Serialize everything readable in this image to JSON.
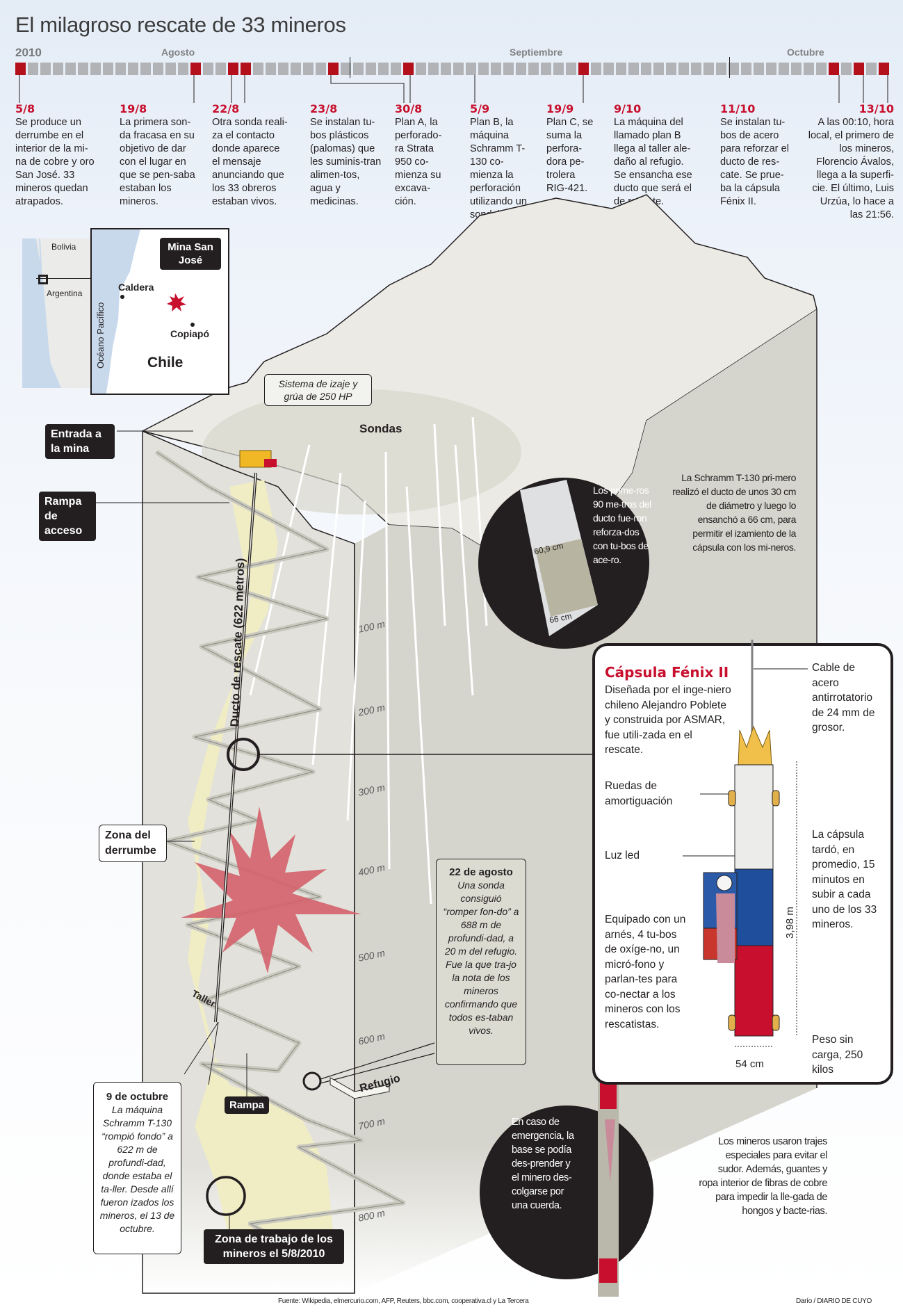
{
  "title": "El milagroso rescate de 33 mineros",
  "timeline": {
    "year": "2010",
    "months": [
      "Agosto",
      "Septiembre",
      "Octubre"
    ],
    "events": [
      {
        "date": "5/8",
        "text": "Se produce un derrumbe en el interior de la mi-na de cobre y oro San José. 33 mineros quedan atrapados."
      },
      {
        "date": "19/8",
        "text": "La primera son-da  fracasa en su objetivo de dar con el lugar en que se pen-saba estaban los mineros."
      },
      {
        "date": "22/8",
        "text": "Otra sonda reali-za el contacto donde aparece el mensaje anunciando que los 33 obreros estaban vivos."
      },
      {
        "date": "23/8",
        "text": "Se instalan tu-bos plásticos (palomas) que les suminis-tran alimen-tos, agua y medicinas."
      },
      {
        "date": "30/8",
        "text": "Plan A, la perforado-ra Strata 950 co-mienza su excava-ción."
      },
      {
        "date": "5/9",
        "text": "Plan B, la máquina Schramm T-130 co-mienza la perforación utilizando un sondaje previo."
      },
      {
        "date": "19/9",
        "text": "Plan C, se suma la perfora-dora pe-trolera RIG-421."
      },
      {
        "date": "9/10",
        "text": "La máquina del llamado plan B llega al taller ale-daño al refugio. Se ensancha ese ducto que será el de rescate."
      },
      {
        "date": "11/10",
        "text": "Se instalan tu-bos de acero para reforzar el ducto de res-cate. Se prue-ba la cápsula Fénix II."
      },
      {
        "date": "13/10",
        "text": "A las 00:10, hora local, el primero de los mineros, Florencio Ávalos, llega a la superfi-cie. El último, Luis Urzúa, lo hace a las 21:56."
      }
    ]
  },
  "map": {
    "countries": [
      "Bolivia",
      "Argentina"
    ],
    "ocean": "Océano Pacífico",
    "cities": [
      "Caldera",
      "Copiapó"
    ],
    "country": "Chile",
    "mine_label": "Mina San José"
  },
  "labels": {
    "entrada": "Entrada a la mina",
    "rampa_acceso": "Rampa de acceso",
    "izaje": "Sistema de izaje y grúa de 250 HP",
    "sondas": "Sondas",
    "ducto": "Ducto de rescate (622 metros)",
    "zona_derrumbe": "Zona del derrumbe",
    "taller": "Taller",
    "rampa": "Rampa",
    "refugio": "Refugio",
    "zona_trabajo": "Zona de trabajo de los mineros el 5/8/2010"
  },
  "depths": [
    "100 m",
    "200 m",
    "300 m",
    "400 m",
    "500 m",
    "600 m",
    "700 m",
    "800 m"
  ],
  "tube_detail": {
    "diameters": [
      "60,9 cm",
      "66 cm",
      "30 cm"
    ],
    "circle_text": "Los prime-ros 90 me-tros del ducto fue-ron reforza-dos con tu-bos de ace-ro.",
    "side_text": "La Schramm T-130 pri-mero realizó el ducto de unos 30 cm de diámetro y luego lo ensanchó a 66 cm, para permitir el izamiento de la cápsula con los mi-neros."
  },
  "aug22": {
    "heading": "22 de agosto",
    "text": "Una sonda consiguió “romper fon-do” a 688 m de profundi-dad, a 20 m del refugio. Fue la que tra-jo la nota de los mineros confirmando que todos es-taban vivos."
  },
  "oct9": {
    "heading": "9 de octubre",
    "text": "La máquina Schramm T-130 “rompió fondo” a 622 m de profundi-dad, donde estaba el ta-ller. Desde allí fueron izados los mineros, el 13 de octubre."
  },
  "capsule": {
    "title": "Cápsula Fénix II",
    "description": "Diseñada por el inge-niero chileno Alejandro Poblete y construida por ASMAR, fue utili-zada en el rescate.",
    "cable": "Cable de acero antirrotatorio de 24 mm de grosor.",
    "ruedas": "Ruedas de amortiguación",
    "luz": "Luz led",
    "equipo": "Equipado con un arnés, 4 tu-bos de oxíge-no, un micró-fono y parlan-tes para co-nectar a los mineros con los rescatistas.",
    "tiempo": "La cápsula tardó, en promedio, 15 minutos en subir a cada uno de los 33 mineros.",
    "height": "3,98 m",
    "width": "54 cm",
    "peso": "Peso sin carga, 250 kilos"
  },
  "emergency_text": "En caso de emergencia, la base se podía des-prender y el minero des-colgarse por una cuerda.",
  "suits_text": "Los mineros usaron trajes especiales para evitar el sudor. Además, guantes y ropa interior de fibras de cobre para impedir la lle-gada de hongos y bacte-rias.",
  "footer": {
    "source": "Fuente: Wikipedia, elmercurio.com, AFP, Reuters, bbc.com, cooperativa.cl y La Tercera",
    "credit": "Darío / DIARIO DE CUYO"
  },
  "colors": {
    "accent_red": "#c8102e",
    "tick_gray": "#b1b3b6",
    "tick_red": "#b3101b",
    "dark": "#231f20",
    "rock": "#e3e2dc",
    "ore_yellow": "#f0edc4",
    "collapse_pink": "#d4626c"
  }
}
